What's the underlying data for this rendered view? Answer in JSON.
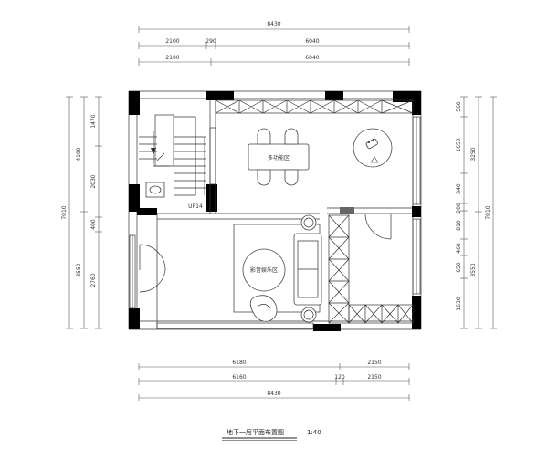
{
  "title": {
    "text": "地下一层平面布置图",
    "scale": "1:40"
  },
  "dimensions": {
    "top_overall": "8430",
    "top_row1": [
      "2100",
      "290",
      "6040"
    ],
    "top_row2": [
      "2100",
      "6040"
    ],
    "bottom_row1": [
      "6180",
      "2150"
    ],
    "bottom_row2": [
      "6160",
      "120",
      "2150"
    ],
    "bottom_overall": "8430",
    "left_outer": "7010",
    "left_mid": [
      "4190",
      "3550"
    ],
    "left_inner": [
      "1470",
      "2030",
      "400",
      "2760"
    ],
    "right_outer": "7010",
    "right_mid": [
      "3250",
      "3550"
    ],
    "right_inner": [
      "560",
      "1650",
      "840",
      "200",
      "810",
      "460",
      "650",
      "1630"
    ]
  },
  "rooms": {
    "dining_label": "多功能区",
    "living_label": "影音娱乐区",
    "stair_label": "UP14"
  }
}
